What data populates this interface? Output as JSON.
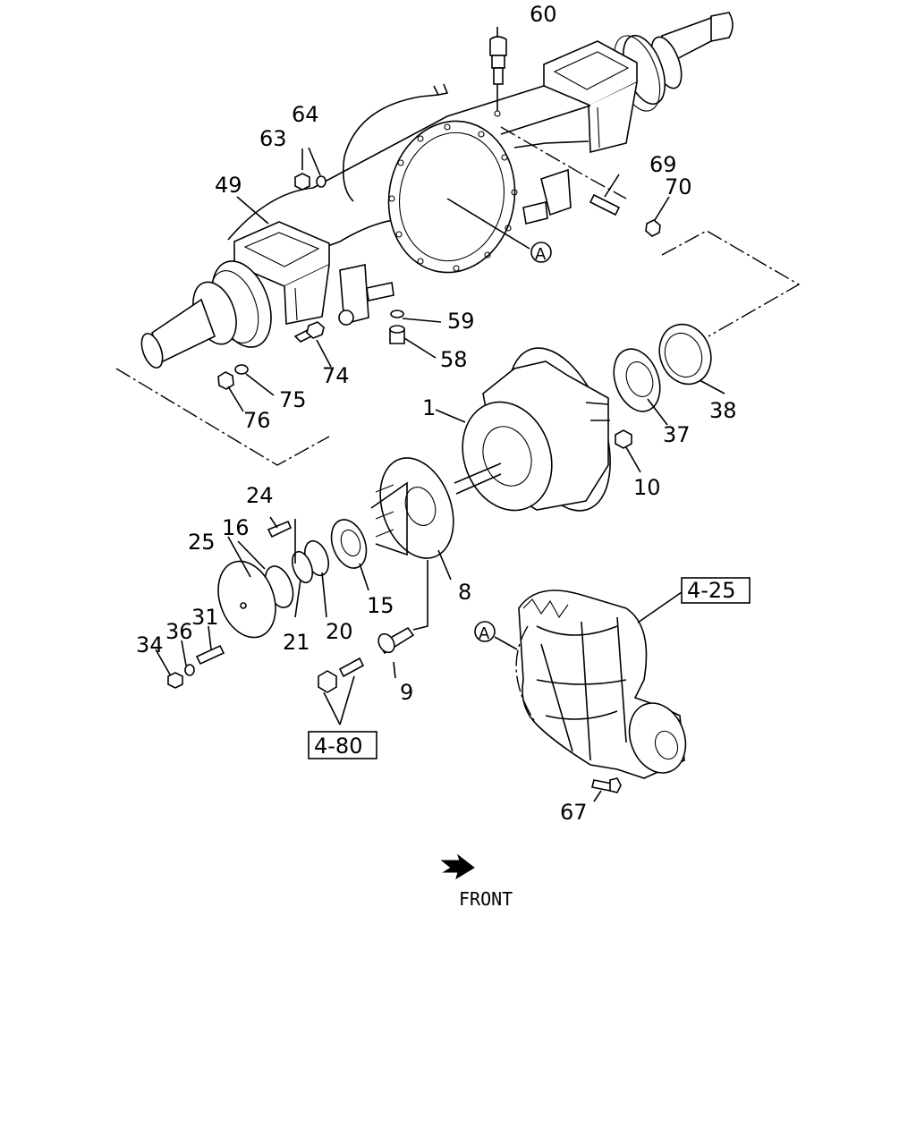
{
  "callouts": [
    {
      "id": "p1",
      "text": "1"
    },
    {
      "id": "p8",
      "text": "8"
    },
    {
      "id": "p9",
      "text": "9"
    },
    {
      "id": "p10",
      "text": "10"
    },
    {
      "id": "p15",
      "text": "15"
    },
    {
      "id": "p16",
      "text": "16"
    },
    {
      "id": "p20",
      "text": "20"
    },
    {
      "id": "p21",
      "text": "21"
    },
    {
      "id": "p24",
      "text": "24"
    },
    {
      "id": "p25",
      "text": "25"
    },
    {
      "id": "p31",
      "text": "31"
    },
    {
      "id": "p34",
      "text": "34"
    },
    {
      "id": "p36",
      "text": "36"
    },
    {
      "id": "p37",
      "text": "37"
    },
    {
      "id": "p38",
      "text": "38"
    },
    {
      "id": "p49",
      "text": "49"
    },
    {
      "id": "p58",
      "text": "58"
    },
    {
      "id": "p59",
      "text": "59"
    },
    {
      "id": "p60",
      "text": "60"
    },
    {
      "id": "p63",
      "text": "63"
    },
    {
      "id": "p64",
      "text": "64"
    },
    {
      "id": "p67",
      "text": "67"
    },
    {
      "id": "p69",
      "text": "69"
    },
    {
      "id": "p70",
      "text": "70"
    },
    {
      "id": "p74",
      "text": "74"
    },
    {
      "id": "p75",
      "text": "75"
    },
    {
      "id": "p76",
      "text": "76"
    }
  ],
  "references": [
    {
      "id": "ref-4-25",
      "text": "4-25"
    },
    {
      "id": "ref-4-80",
      "text": "4-80"
    }
  ],
  "markers": [
    {
      "id": "a-housing",
      "text": "A"
    },
    {
      "id": "a-carrier",
      "text": "A"
    }
  ],
  "front_label": "FRONT"
}
